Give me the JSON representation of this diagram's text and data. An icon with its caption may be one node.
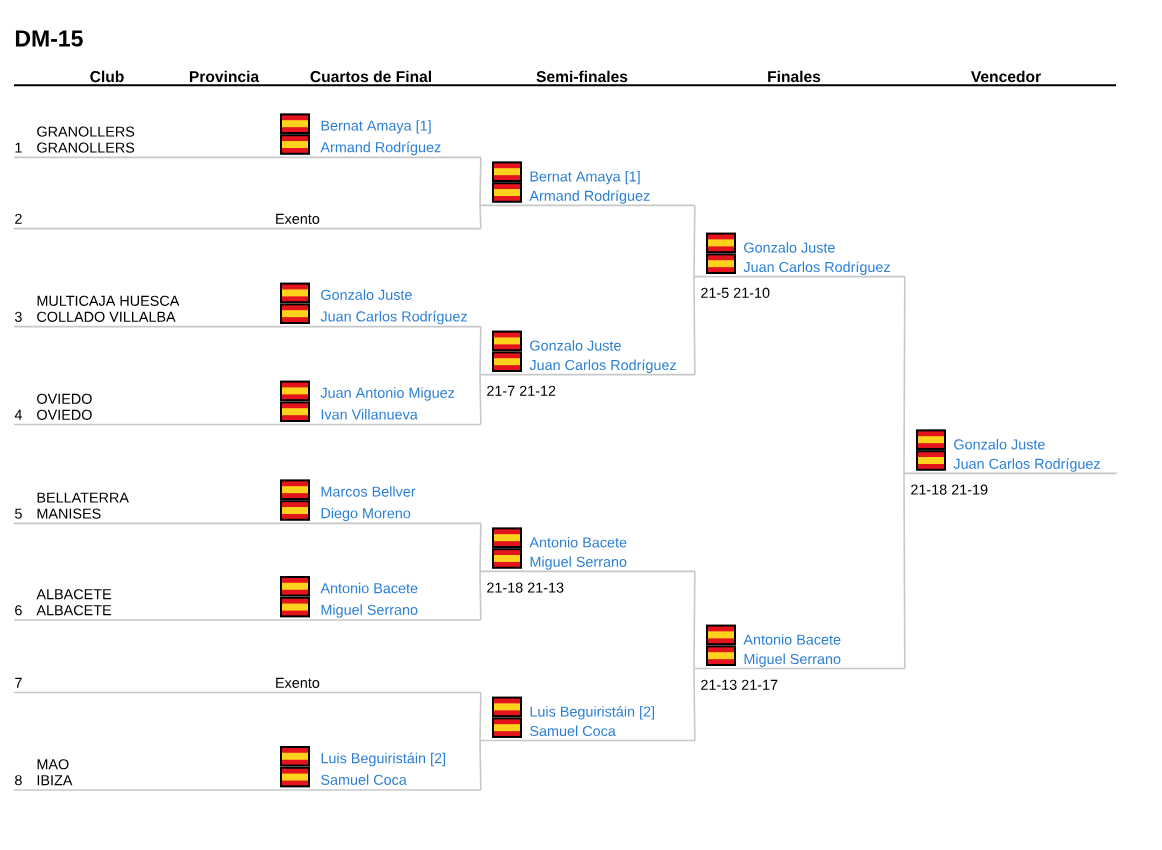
{
  "diagram": {
    "title": "DM-15",
    "nodes": [
      {
        "text": [
          "1",
          "GRANOLLERS",
          "GRANOLLERS",
          "Bernat Amaya [1]",
          "Armand Rodríguez"
        ]
      },
      {
        "text": [
          "2",
          "Exento"
        ]
      },
      {
        "text": [
          "3",
          "MULTICAJA HUESCA",
          "COLLADO VILLALBA",
          "Gonzalo Juste",
          "Juan Carlos Rodríguez"
        ]
      },
      {
        "text": [
          "4",
          "OVIEDO",
          "OVIEDO",
          "Juan Antonio Miguez",
          "Ivan Villanueva"
        ]
      },
      {
        "text": [
          "5",
          "BELLATERRA",
          "MANISES",
          "Marcos Bellver",
          "Diego Moreno"
        ]
      },
      {
        "text": [
          "6",
          "ALBACETE",
          "ALBACETE",
          "Antonio Bacete",
          "Miguel Serrano"
        ]
      },
      {
        "text": [
          "7",
          "Exento"
        ]
      },
      {
        "text": [
          "8",
          "MAO",
          "IBIZA",
          "Luis Beguiristáin [2]",
          "Samuel Coca"
        ]
      },
      {
        "text": [
          "Bernat Amaya [1]",
          "Armand Rodríguez"
        ]
      },
      {
        "text": [
          "Gonzalo Juste",
          "Juan Carlos Rodríguez"
        ],
        "beside": [
          "21-7 21-12"
        ]
      },
      {
        "text": [
          "Antonio Bacete",
          "Miguel Serrano"
        ],
        "beside": [
          "21-18 21-13"
        ]
      },
      {
        "text": [
          "Luis Beguiristáin [2]",
          "Samuel Coca"
        ]
      },
      {
        "text": [
          "Gonzalo Juste",
          "Juan Carlos Rodríguez"
        ],
        "beside": [
          "21-5 21-10"
        ]
      },
      {
        "text": [
          "Antonio Bacete",
          "Miguel Serrano"
        ],
        "beside": [
          "21-13 21-17"
        ]
      },
      {
        "text": [
          "Gonzalo Juste",
          "Juan Carlos Rodríguez"
        ],
        "beside": [
          "21-18 21-19"
        ]
      }
    ],
    "edges": [
      {
        "from": 0,
        "to": 8,
        "arrow": "none"
      },
      {
        "from": 1,
        "to": 8,
        "arrow": "none"
      },
      {
        "from": 2,
        "to": 9,
        "arrow": "none"
      },
      {
        "from": 3,
        "to": 9,
        "arrow": "none"
      },
      {
        "from": 4,
        "to": 10,
        "arrow": "none"
      },
      {
        "from": 5,
        "to": 10,
        "arrow": "none"
      },
      {
        "from": 6,
        "to": 11,
        "arrow": "none"
      },
      {
        "from": 7,
        "to": 11,
        "arrow": "none"
      },
      {
        "from": 8,
        "to": 12,
        "arrow": "none"
      },
      {
        "from": 9,
        "to": 12,
        "arrow": "none"
      },
      {
        "from": 10,
        "to": 13,
        "arrow": "none"
      },
      {
        "from": 11,
        "to": 13,
        "arrow": "none"
      },
      {
        "from": 12,
        "to": 14,
        "arrow": "none"
      },
      {
        "from": 13,
        "to": 14,
        "arrow": "none"
      }
    ],
    "labels": [
      "Club",
      "Provincia",
      "Cuartos de Final",
      "Semi-finales",
      "Finales",
      "Vencedor"
    ]
  }
}
